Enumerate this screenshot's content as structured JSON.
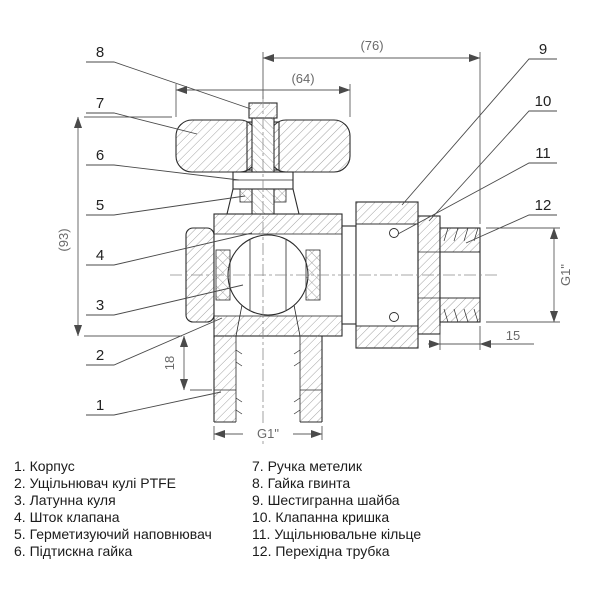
{
  "drawing": {
    "callouts": [
      "1",
      "2",
      "3",
      "4",
      "5",
      "6",
      "7",
      "8",
      "9",
      "10",
      "11",
      "12"
    ],
    "dimensions": {
      "overall_width": "(76)",
      "handle_width": "(64)",
      "overall_height": "(93)",
      "outlet_height": "18",
      "thread_length": "15",
      "side_thread": "G1\"",
      "bottom_thread": "G1\""
    }
  },
  "parts_list": {
    "col1": [
      "1. Корпус",
      "2. Ущільнювач кулі PTFE",
      "3. Латунна куля",
      "4. Шток клапана",
      "5. Герметизуючий наповнювач",
      "6. Підтискна гайка"
    ],
    "col2": [
      "7. Ручка метелик",
      "8. Гайка гвинта",
      "9. Шестигранна шайба",
      "10. Клапанна кришка",
      "11. Ущільнювальне кільце",
      "12. Перехідна трубка"
    ]
  },
  "colors": {
    "line": "#2b2b2b",
    "dim": "#555555",
    "text": "#1b1b1b"
  }
}
